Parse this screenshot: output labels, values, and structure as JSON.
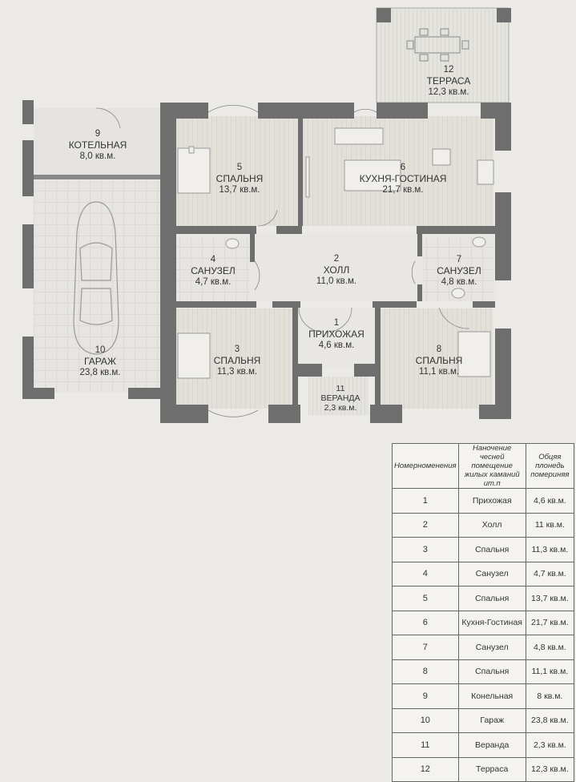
{
  "rooms": [
    {
      "num": "1",
      "name": "ПРИХОЖАЯ",
      "area": "4,6 кв.м."
    },
    {
      "num": "2",
      "name": "ХОЛЛ",
      "area": "11,0 кв.м."
    },
    {
      "num": "3",
      "name": "СПАЛЬНЯ",
      "area": "11,3 кв.м."
    },
    {
      "num": "4",
      "name": "САНУЗЕЛ",
      "area": "4,7 кв.м."
    },
    {
      "num": "5",
      "name": "СПАЛЬНЯ",
      "area": "13,7 кв.м."
    },
    {
      "num": "6",
      "name": "КУХНЯ-ГОСТИНАЯ",
      "area": "21,7 кв.м."
    },
    {
      "num": "7",
      "name": "САНУЗЕЛ",
      "area": "4,8 кв.м."
    },
    {
      "num": "8",
      "name": "СПАЛЬНЯ",
      "area": "11,1 кв.м."
    },
    {
      "num": "9",
      "name": "КОТЕЛЬНАЯ",
      "area": "8,0 кв.м."
    },
    {
      "num": "10",
      "name": "ГАРАЖ",
      "area": "23,8 кв.м."
    },
    {
      "num": "11",
      "name": "ВЕРАНДА",
      "area": "2,3 кв.м."
    },
    {
      "num": "12",
      "name": "ТЕРРАСА",
      "area": "12,3 кв.м."
    }
  ],
  "table": {
    "headers": [
      "Номерноменения",
      "Наночение чесней помещение жилых каманий ит.п",
      "Обцяя плонедь помериняя"
    ],
    "rows": [
      {
        "n": "1",
        "name": "Прихожая",
        "area": "4,6 кв.м."
      },
      {
        "n": "2",
        "name": "Холл",
        "area": "11 кв.м."
      },
      {
        "n": "3",
        "name": "Спальня",
        "area": "11,3 кв.м."
      },
      {
        "n": "4",
        "name": "Санузел",
        "area": "4,7 кв.м."
      },
      {
        "n": "5",
        "name": "Спальня",
        "area": "13,7 кв.м."
      },
      {
        "n": "6",
        "name": "Кухня-Гостиная",
        "area": "21,7 кв.м."
      },
      {
        "n": "7",
        "name": "Санузел",
        "area": "4,8 кв.м."
      },
      {
        "n": "8",
        "name": "Спальня",
        "area": "11,1 кв.м."
      },
      {
        "n": "9",
        "name": "Конельная",
        "area": "8 кв.м."
      },
      {
        "n": "10",
        "name": "Гараж",
        "area": "23,8 кв.м."
      },
      {
        "n": "11",
        "name": "Веранда",
        "area": "2,3 кв.м."
      },
      {
        "n": "12",
        "name": "Терраса",
        "area": "12,3 кв.м."
      }
    ]
  },
  "colors": {
    "wall": "#6e6e6e",
    "floor": "#d9d6d0",
    "tile": "#e1dfda",
    "bg": "#eceae6"
  }
}
